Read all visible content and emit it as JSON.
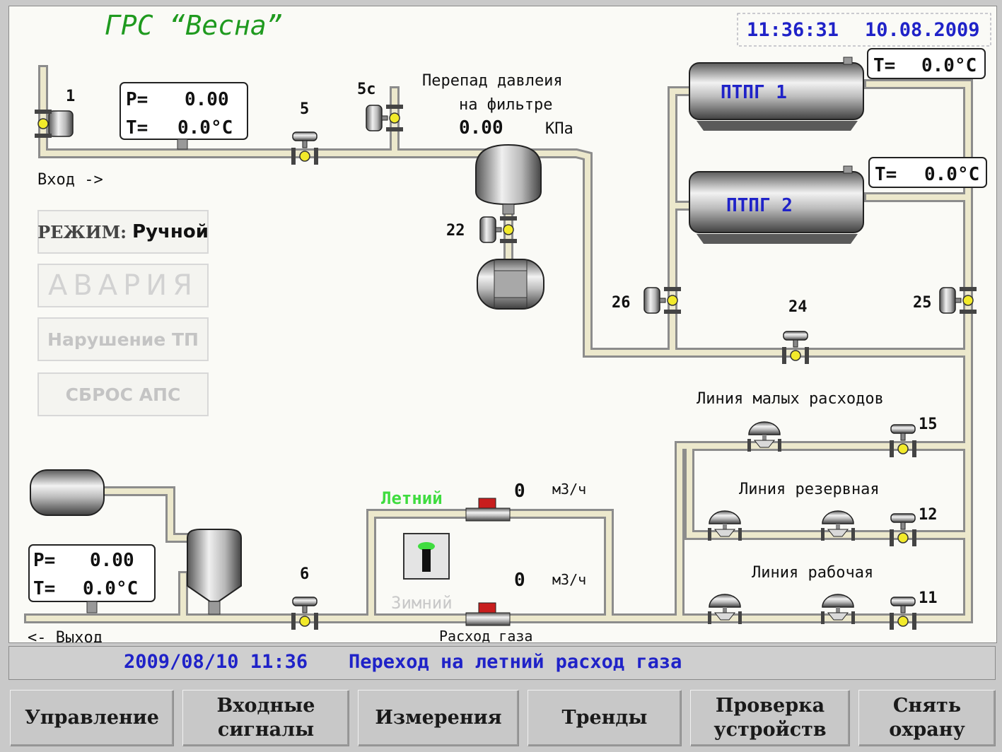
{
  "header": {
    "title": "ГРС “Весна”",
    "time": "11:36:31",
    "date": "10.08.2009"
  },
  "inlet": {
    "label": "Вход ->",
    "pressure_label": "P=",
    "pressure_value": "0.00",
    "temp_label": "T=",
    "temp_value": "0.0°C"
  },
  "filter": {
    "label_line1": "Перепад давлеия",
    "label_line2": "на фильтре",
    "value": "0.00",
    "unit": "КПа"
  },
  "heaters": [
    {
      "name": "ПТПГ 1",
      "temp_label": "T=",
      "temp_value": "0.0°C"
    },
    {
      "name": "ПТПГ 2",
      "temp_label": "T=",
      "temp_value": "0.0°C"
    }
  ],
  "valves": {
    "v1": "1",
    "v5": "5",
    "v5c": "5с",
    "v22": "22",
    "v26": "26",
    "v24": "24",
    "v25": "25",
    "v15": "15",
    "v12": "12",
    "v11": "11",
    "v6": "6"
  },
  "lines": {
    "small": "Линия малых расходов",
    "reserve": "Линия резервная",
    "working": "Линия рабочая"
  },
  "flow": {
    "summer_label": "Летний",
    "winter_label": "Зимний",
    "summer_value": "0",
    "winter_value": "0",
    "unit": "м3/ч",
    "caption": "Расход газа"
  },
  "outlet": {
    "label": "<- Выход",
    "pressure_label": "P=",
    "pressure_value": "0.00",
    "temp_label": "T=",
    "temp_value": "0.0°C"
  },
  "side_panel": {
    "mode_label": "РЕЖИМ:",
    "mode_value": "Ручной",
    "alarm": "АВАРИЯ",
    "violation": "Нарушение ТП",
    "reset": "СБРОС АПС"
  },
  "status": {
    "timestamp": "2009/08/10 11:36",
    "message": "Переход на летний расход газа"
  },
  "nav": [
    {
      "label": "Управление"
    },
    {
      "label": "Входные\nсигналы"
    },
    {
      "label": "Измерения"
    },
    {
      "label": "Тренды"
    },
    {
      "label": "Проверка\nустройств"
    },
    {
      "label": "Снять\nохрану"
    }
  ],
  "colors": {
    "title_green": "#1f9a1f",
    "clock_blue": "#1f22c8",
    "summer_green": "#3fdc3f",
    "winter_gray": "#c8c8c8",
    "valve_yellow": "#f2ea2a",
    "pipe_fill": "#e8e4c8"
  }
}
